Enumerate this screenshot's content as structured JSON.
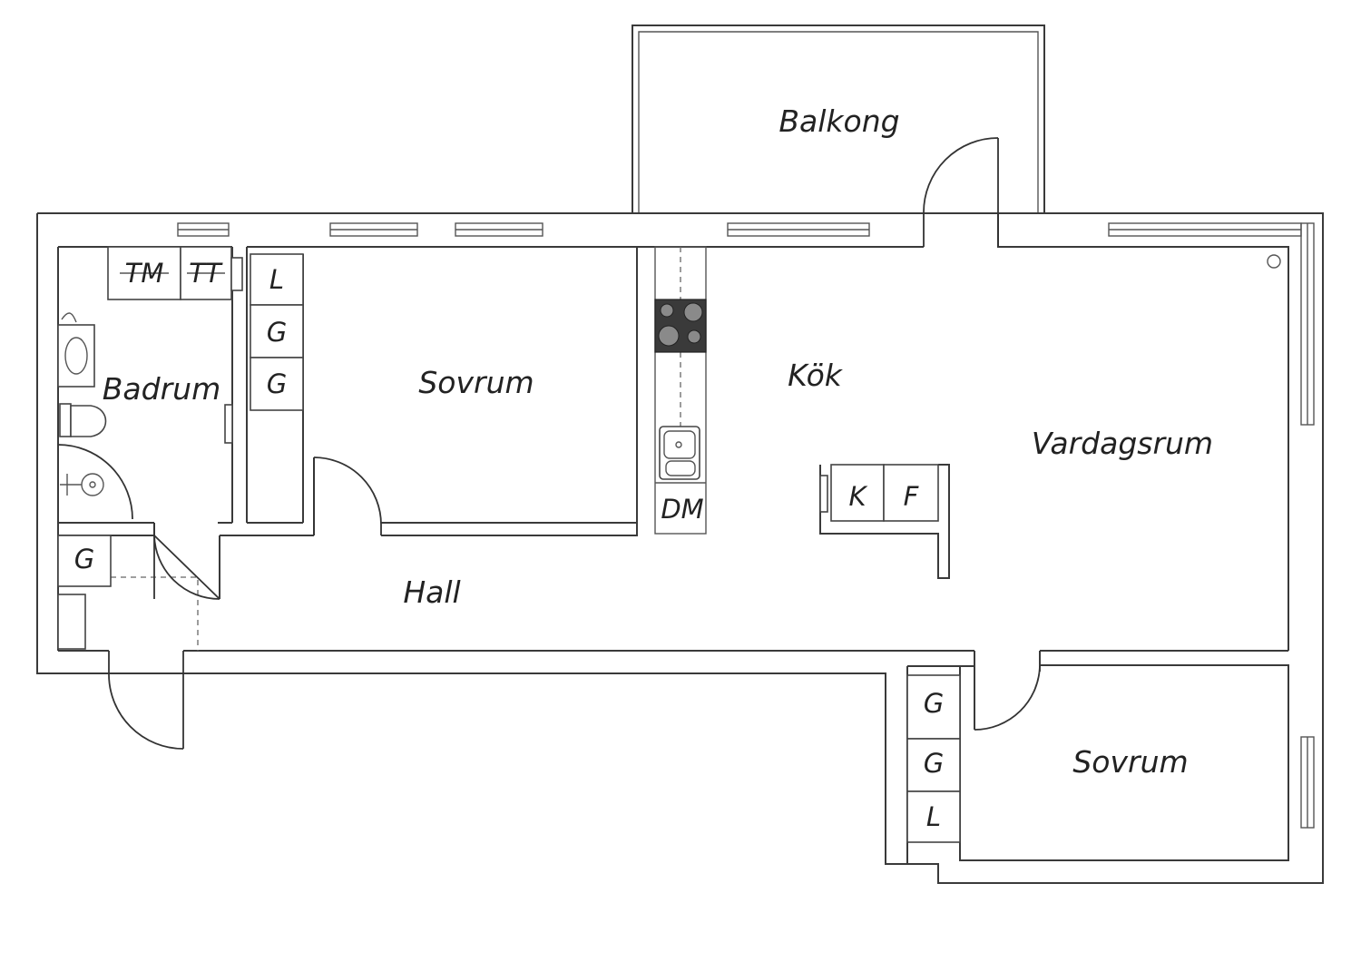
{
  "plan": {
    "rooms": {
      "balkong": "Balkong",
      "badrum": "Badrum",
      "sovrum_1": "Sovrum",
      "kok": "Kök",
      "vardagsrum": "Vardagsrum",
      "hall": "Hall",
      "sovrum_2": "Sovrum"
    },
    "fixtures": {
      "tm": "TM",
      "tt": "TT",
      "wardrobe_l_1": "L",
      "wardrobe_g_1": "G",
      "wardrobe_g_2": "G",
      "dm": "DM",
      "k": "K",
      "f": "F",
      "hall_g": "G",
      "bed2_g_1": "G",
      "bed2_g_2": "G",
      "bed2_l": "L"
    }
  }
}
